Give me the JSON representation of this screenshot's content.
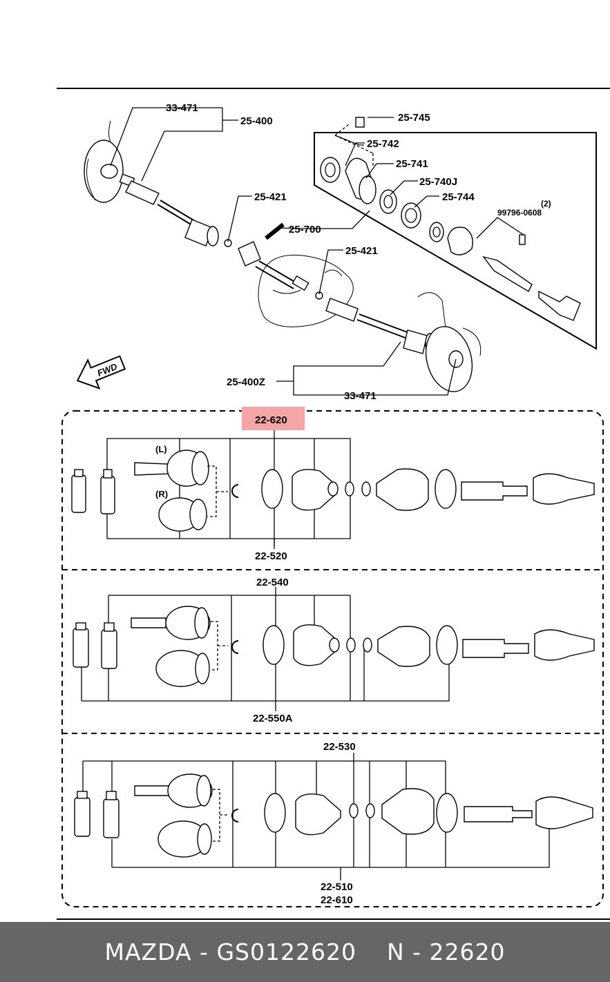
{
  "diagram": {
    "labels": {
      "l_33_471_top": "33-471",
      "l_25_400": "25-400",
      "l_25_745": "25-745",
      "l_25_742": "25-742",
      "l_25_741": "25-741",
      "l_25_740j": "25-740J",
      "l_25_744": "25-744",
      "l_qty": "(2)",
      "l_99796": "99796-0608",
      "l_25_421_a": "25-421",
      "l_25_700": "25-700",
      "l_25_421_b": "25-421",
      "l_fwd": "FWD",
      "l_25_400z": "25-400Z",
      "l_33_471_bot": "33-471",
      "l_22_620": "22-620",
      "l_left": "(L)",
      "l_right": "(R)",
      "l_22_520": "22-520",
      "l_22_540": "22-540",
      "l_22_550a": "22-550A",
      "l_22_530": "22-530",
      "l_22_510": "22-510",
      "l_22_610": "22-610"
    },
    "highlight_color": "#f4a6a6"
  },
  "footer": {
    "brand_part": "MAZDA - GS0122620",
    "ref": "N - 22620"
  }
}
